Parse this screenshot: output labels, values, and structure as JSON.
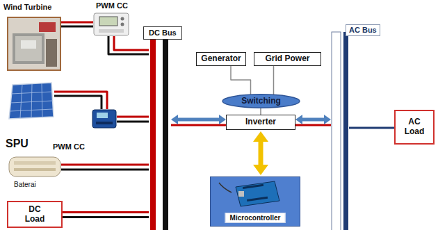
{
  "diagram": {
    "nodes": [
      {
        "text": [
          "Wind Turbine"
        ]
      },
      {
        "text": [
          "PWM CC"
        ]
      },
      {
        "text": [
          "DC Bus"
        ]
      },
      {
        "text": [
          "AC Bus"
        ]
      },
      {
        "text": [
          "Generator"
        ]
      },
      {
        "text": [
          "Grid Power"
        ]
      },
      {
        "text": [
          "Switching"
        ]
      },
      {
        "text": [
          "SPU"
        ]
      },
      {
        "text": [
          "PWM CC"
        ]
      },
      {
        "text": [
          "Inverter"
        ]
      },
      {
        "text": [
          "AC Load"
        ]
      },
      {
        "text": [
          "Baterai"
        ]
      },
      {
        "text": [
          "Microcontroller"
        ]
      },
      {
        "text": [
          "DC Load"
        ]
      }
    ],
    "edges": [
      {
        "from": 0,
        "to": 1,
        "arrow": "none"
      },
      {
        "from": 1,
        "to": 2,
        "arrow": "none"
      },
      {
        "from": 7,
        "to": 8,
        "arrow": "none"
      },
      {
        "from": 8,
        "to": 2,
        "arrow": "none"
      },
      {
        "from": 11,
        "to": 2,
        "arrow": "none"
      },
      {
        "from": 13,
        "to": 2,
        "arrow": "none"
      },
      {
        "from": 4,
        "to": 6,
        "arrow": "none"
      },
      {
        "from": 5,
        "to": 6,
        "arrow": "none"
      },
      {
        "from": 6,
        "to": 9,
        "arrow": "none"
      },
      {
        "from": 9,
        "to": 2,
        "arrow": "both"
      },
      {
        "from": 9,
        "to": 3,
        "arrow": "both"
      },
      {
        "from": 9,
        "to": 12,
        "arrow": "both"
      },
      {
        "from": 3,
        "to": 10,
        "arrow": "none"
      }
    ]
  }
}
